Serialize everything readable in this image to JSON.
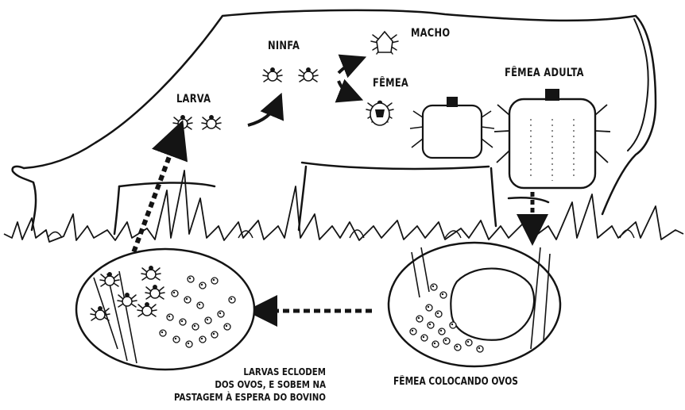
{
  "labels": {
    "larva": "LARVA",
    "ninfa": "NINFA",
    "macho": "MACHO",
    "femea": "FÊMEA",
    "femea_adulta": "FÊMEA ADULTA"
  },
  "captions": {
    "larvas_line1": "LARVAS ECLODEM",
    "larvas_line2": "DOS OVOS, E SOBEM NA",
    "larvas_line3": "PASTAGEM À ESPERA DO BOVINO",
    "femea_ovos": "FÊMEA COLOCANDO OVOS"
  },
  "colors": {
    "ink": "#141414",
    "paper": "#ffffff"
  },
  "icons": [
    "tick-larva-icon",
    "tick-nymph-icon",
    "tick-male-icon",
    "tick-female-icon",
    "engorged-female-icon",
    "egg-cluster-icon"
  ]
}
